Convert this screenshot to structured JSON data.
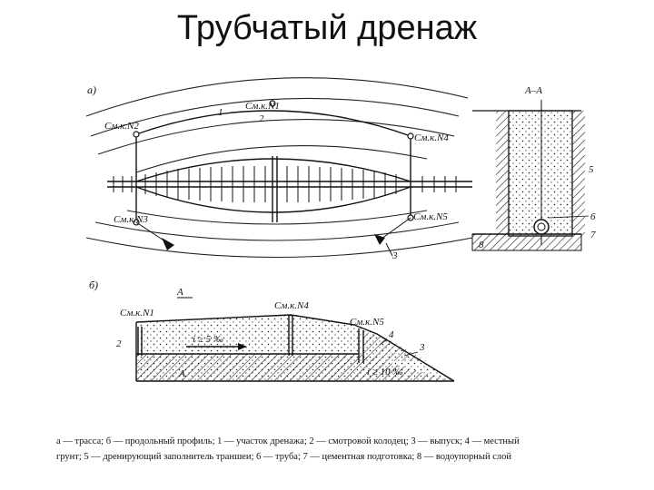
{
  "title": "Трубчатый дренаж",
  "plan": {
    "label": "а)",
    "wells": [
      "См.к.N1",
      "См.к.N2",
      "См.к.N3",
      "См.к.N4",
      "См.к.N5"
    ],
    "marks": [
      "1",
      "2",
      "3"
    ]
  },
  "section": {
    "label": "А–А",
    "marks": [
      "5",
      "6",
      "7",
      "8"
    ]
  },
  "profile": {
    "label": "б)",
    "section_mark": "А",
    "wells": [
      "См.к.N1",
      "См.к.N4",
      "См.к.N5"
    ],
    "marks": [
      "2",
      "4",
      "3"
    ],
    "slope1": "i ≥ 5 ‰",
    "slope2": "i ≥ 10 ‰"
  },
  "caption": {
    "line1": "а — трасса; б — продольный профиль; 1 — участок дренажа; 2 — смотровой колодец; 3 — выпуск; 4 — местный",
    "line2": "грунт; 5 — дренирующий заполнитель траншеи; 6 — труба; 7 — цементная подготовка; 8 — водоупорный слой"
  }
}
